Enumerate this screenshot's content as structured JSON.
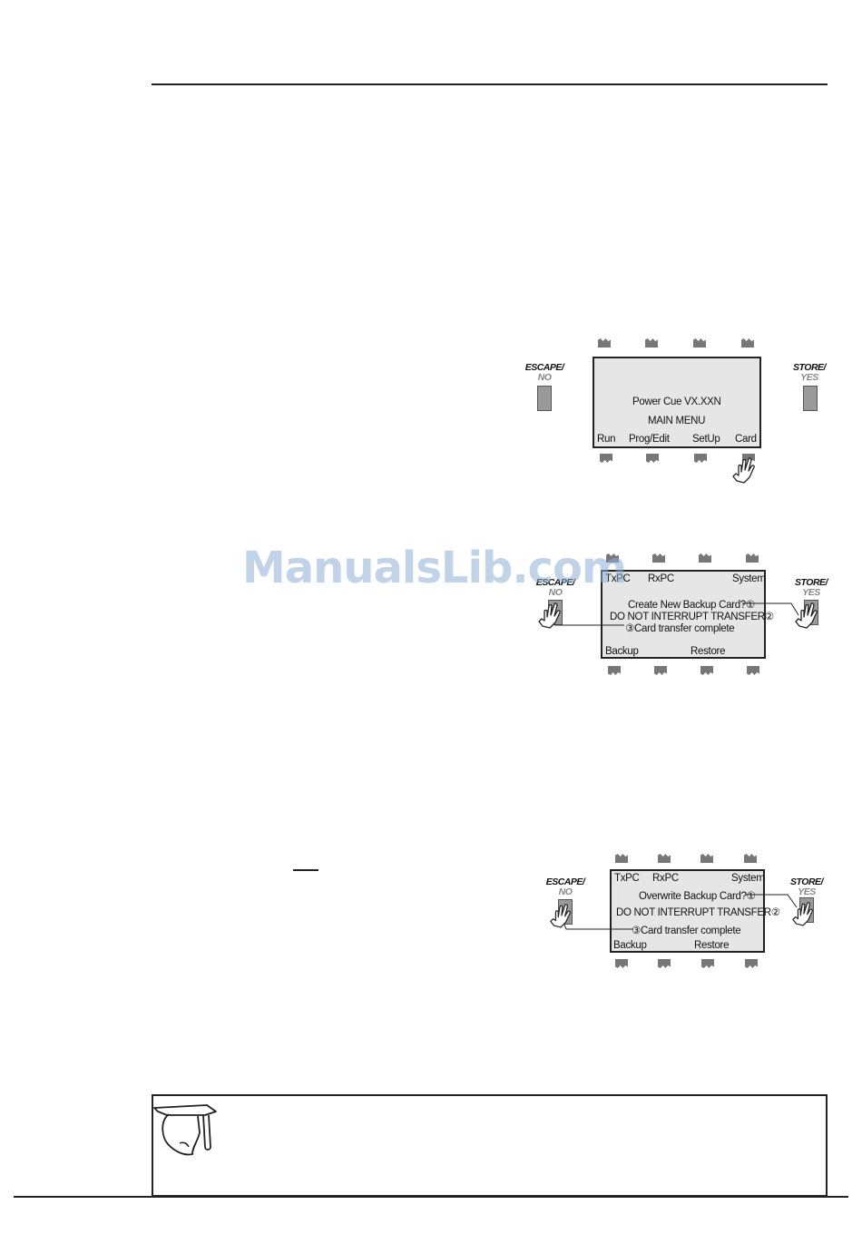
{
  "panel1": {
    "escape_label": "ESCAPE/",
    "no_label": "NO",
    "store_label": "STORE/",
    "yes_label": "YES",
    "line1": "Power Cue VX.XXN",
    "line2": "MAIN MENU",
    "soft_keys": [
      "Run",
      "Prog/Edit",
      "SetUp",
      "Card"
    ]
  },
  "panel2": {
    "escape_label": "ESCAPE/",
    "no_label": "NO",
    "store_label": "STORE/",
    "yes_label": "YES",
    "top_keys": [
      "TxPC",
      "RxPC",
      "System"
    ],
    "line1": "Create New Backup Card?①",
    "line2": "DO NOT INTERRUPT TRANSFER②",
    "line3": "③Card transfer complete",
    "bottom_keys": [
      "Backup",
      "Restore"
    ]
  },
  "panel3": {
    "escape_label": "ESCAPE/",
    "no_label": "NO",
    "store_label": "STORE/",
    "yes_label": "YES",
    "top_keys": [
      "TxPC",
      "RxPC",
      "System"
    ],
    "line1": "Overwrite Backup Card?①",
    "line2": "DO NOT INTERRUPT TRANSFER②",
    "line3": "③Card transfer complete",
    "bottom_keys": [
      "Backup",
      "Restore"
    ]
  },
  "watermark": "ManualsLib.com",
  "icons": {
    "hand": "pointing-hand-icon",
    "note": "graduate-head-icon"
  }
}
